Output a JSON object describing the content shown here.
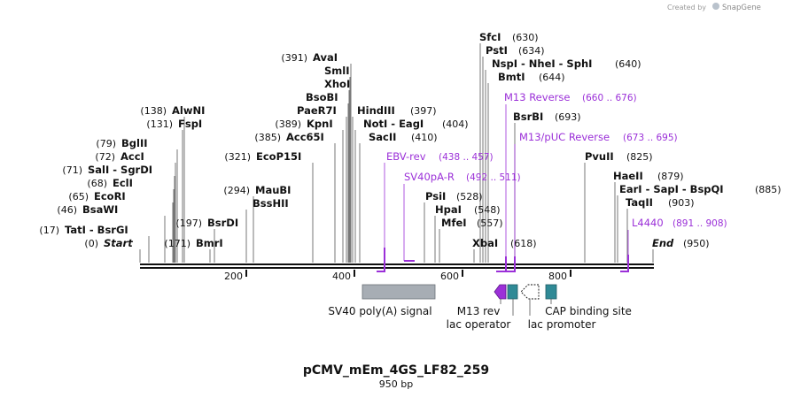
{
  "branding": {
    "credit": "Created by",
    "product": "SnapGene"
  },
  "title": "pCMV_mEm_4GS_LF82_259",
  "length_label": "950 bp",
  "colors": {
    "primer": "#9b30d8",
    "feature_gray": "#a7adb4",
    "feature_teal": "#2f8a96",
    "arrow_purple": "#9b30d8",
    "line": "#111111"
  },
  "ticks": [
    {
      "label": "200"
    },
    {
      "label": "400"
    },
    {
      "label": "600"
    },
    {
      "label": "800"
    }
  ],
  "sites": [
    {
      "name": "Start",
      "pos": "(0)"
    },
    {
      "name": "TatI  -  BsrGI",
      "pos": "(17)"
    },
    {
      "name": "BsaWI",
      "pos": "(46)"
    },
    {
      "name": "EcoRI",
      "pos": "(65)"
    },
    {
      "name": "EclI",
      "pos": "(68)"
    },
    {
      "name": "SalI  -  SgrDI",
      "pos": "(71)"
    },
    {
      "name": "AccI",
      "pos": "(72)"
    },
    {
      "name": "BglII",
      "pos": "(79)"
    },
    {
      "name": "FspI",
      "pos": "(131)"
    },
    {
      "name": "AlwNI",
      "pos": "(138)"
    },
    {
      "name": "BmrI",
      "pos": "(171)"
    },
    {
      "name": "BsrDI",
      "pos": "(197)"
    },
    {
      "name": "MauBI",
      "pos": "(294)"
    },
    {
      "name": "BssHII",
      "pos": ""
    },
    {
      "name": "EcoP15I",
      "pos": "(321)"
    },
    {
      "name": "Acc65I",
      "pos": "(385)"
    },
    {
      "name": "KpnI",
      "pos": "(389)"
    },
    {
      "name": "PaeR7I",
      "pos": ""
    },
    {
      "name": "BsoBI",
      "pos": ""
    },
    {
      "name": "XhoI",
      "pos": ""
    },
    {
      "name": "SmlI",
      "pos": ""
    },
    {
      "name": "AvaI",
      "pos": "(391)"
    },
    {
      "name": "HindIII",
      "pos": "(397)"
    },
    {
      "name": "NotI  -  EagI",
      "pos": "(404)"
    },
    {
      "name": "SacII",
      "pos": "(410)"
    },
    {
      "name": "PsiI",
      "pos": "(528)"
    },
    {
      "name": "HpaI",
      "pos": "(548)"
    },
    {
      "name": "MfeI",
      "pos": "(557)"
    },
    {
      "name": "XbaI",
      "pos": "(618)"
    },
    {
      "name": "SfcI",
      "pos": "(630)"
    },
    {
      "name": "PstI",
      "pos": "(634)"
    },
    {
      "name": "NspI  -  NheI  -  SphI",
      "pos": "(640)"
    },
    {
      "name": "BmtI",
      "pos": "(644)"
    },
    {
      "name": "BsrBI",
      "pos": "(693)"
    },
    {
      "name": "PvuII",
      "pos": "(825)"
    },
    {
      "name": "HaeII",
      "pos": "(879)"
    },
    {
      "name": "EarI  -  SapI  -  BspQI",
      "pos": "(885)"
    },
    {
      "name": "TaqII",
      "pos": "(903)"
    },
    {
      "name": "End",
      "pos": "(950)"
    }
  ],
  "primers": [
    {
      "name": "EBV-rev",
      "range": "(438 .. 457)"
    },
    {
      "name": "SV40pA-R",
      "range": "(492 .. 511)"
    },
    {
      "name": "M13 Reverse",
      "range": "(660 .. 676)"
    },
    {
      "name": "M13/pUC Reverse",
      "range": "(673 .. 695)"
    },
    {
      "name": "L4440",
      "range": "(891 .. 908)"
    }
  ],
  "features": [
    {
      "name": "SV40 poly(A) signal"
    },
    {
      "name": "M13 rev"
    },
    {
      "name": "lac operator"
    },
    {
      "name": "lac promoter"
    },
    {
      "name": "CAP binding site"
    }
  ]
}
